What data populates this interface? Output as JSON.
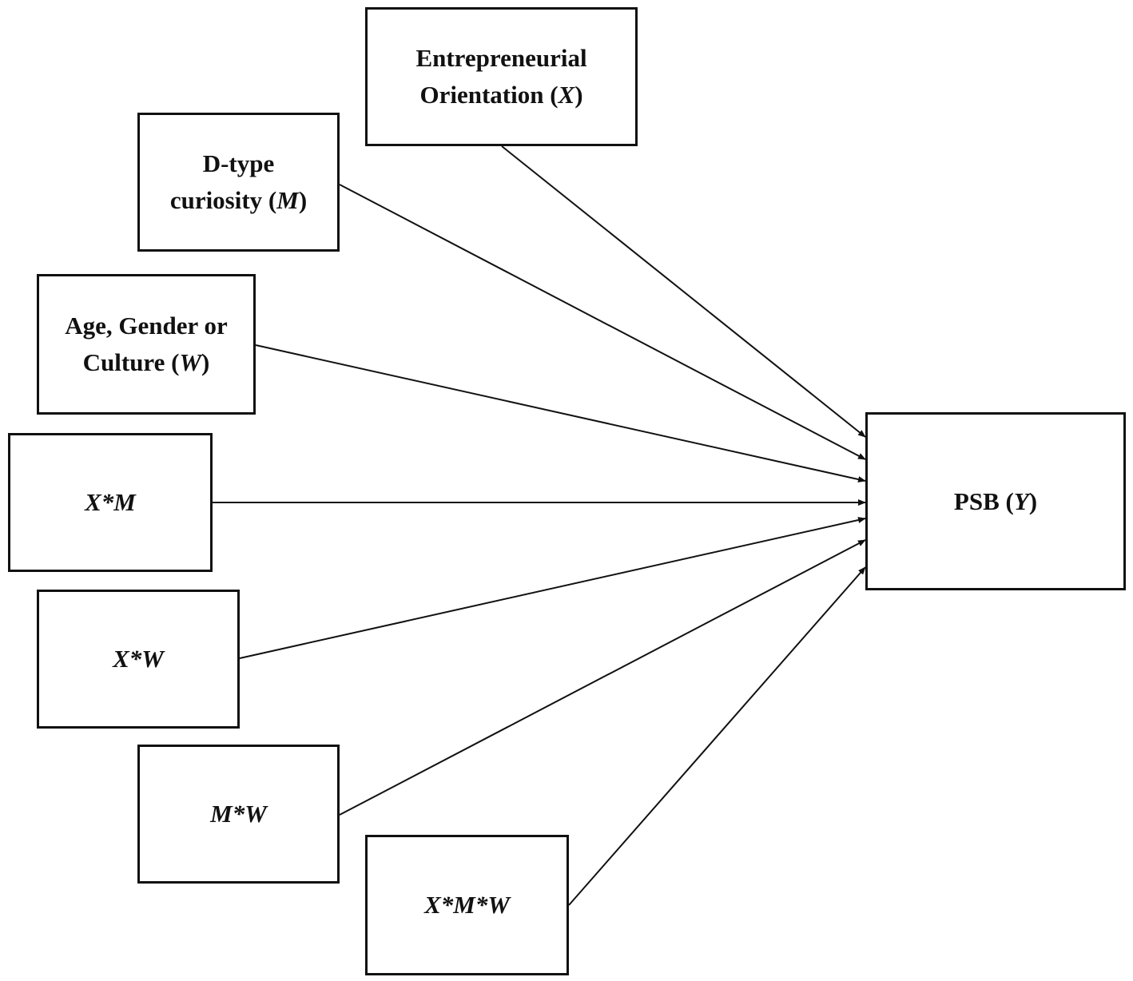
{
  "nodes": {
    "x": {
      "line1": "Entrepreneurial",
      "line2_pre": "Orientation (",
      "line2_var": "X",
      "line2_post": ")"
    },
    "m": {
      "line1": "D-type",
      "line2_pre": "curiosity (",
      "line2_var": "M",
      "line2_post": ")"
    },
    "w": {
      "line1": "Age, Gender or",
      "line2_pre": "Culture (",
      "line2_var": "W",
      "line2_post": ")"
    },
    "xm": {
      "label": "X*M"
    },
    "xw": {
      "label": "X*W"
    },
    "mw": {
      "label": "M*W"
    },
    "xmw": {
      "label": "X*M*W"
    },
    "y": {
      "pre": "PSB (",
      "var": "Y",
      "post": ")"
    }
  },
  "edges": [
    {
      "from": "x",
      "to": "y"
    },
    {
      "from": "m",
      "to": "y"
    },
    {
      "from": "w",
      "to": "y"
    },
    {
      "from": "xm",
      "to": "y"
    },
    {
      "from": "xw",
      "to": "y"
    },
    {
      "from": "mw",
      "to": "y"
    },
    {
      "from": "xmw",
      "to": "y"
    }
  ],
  "colors": {
    "stroke": "#111111",
    "background": "#ffffff"
  }
}
